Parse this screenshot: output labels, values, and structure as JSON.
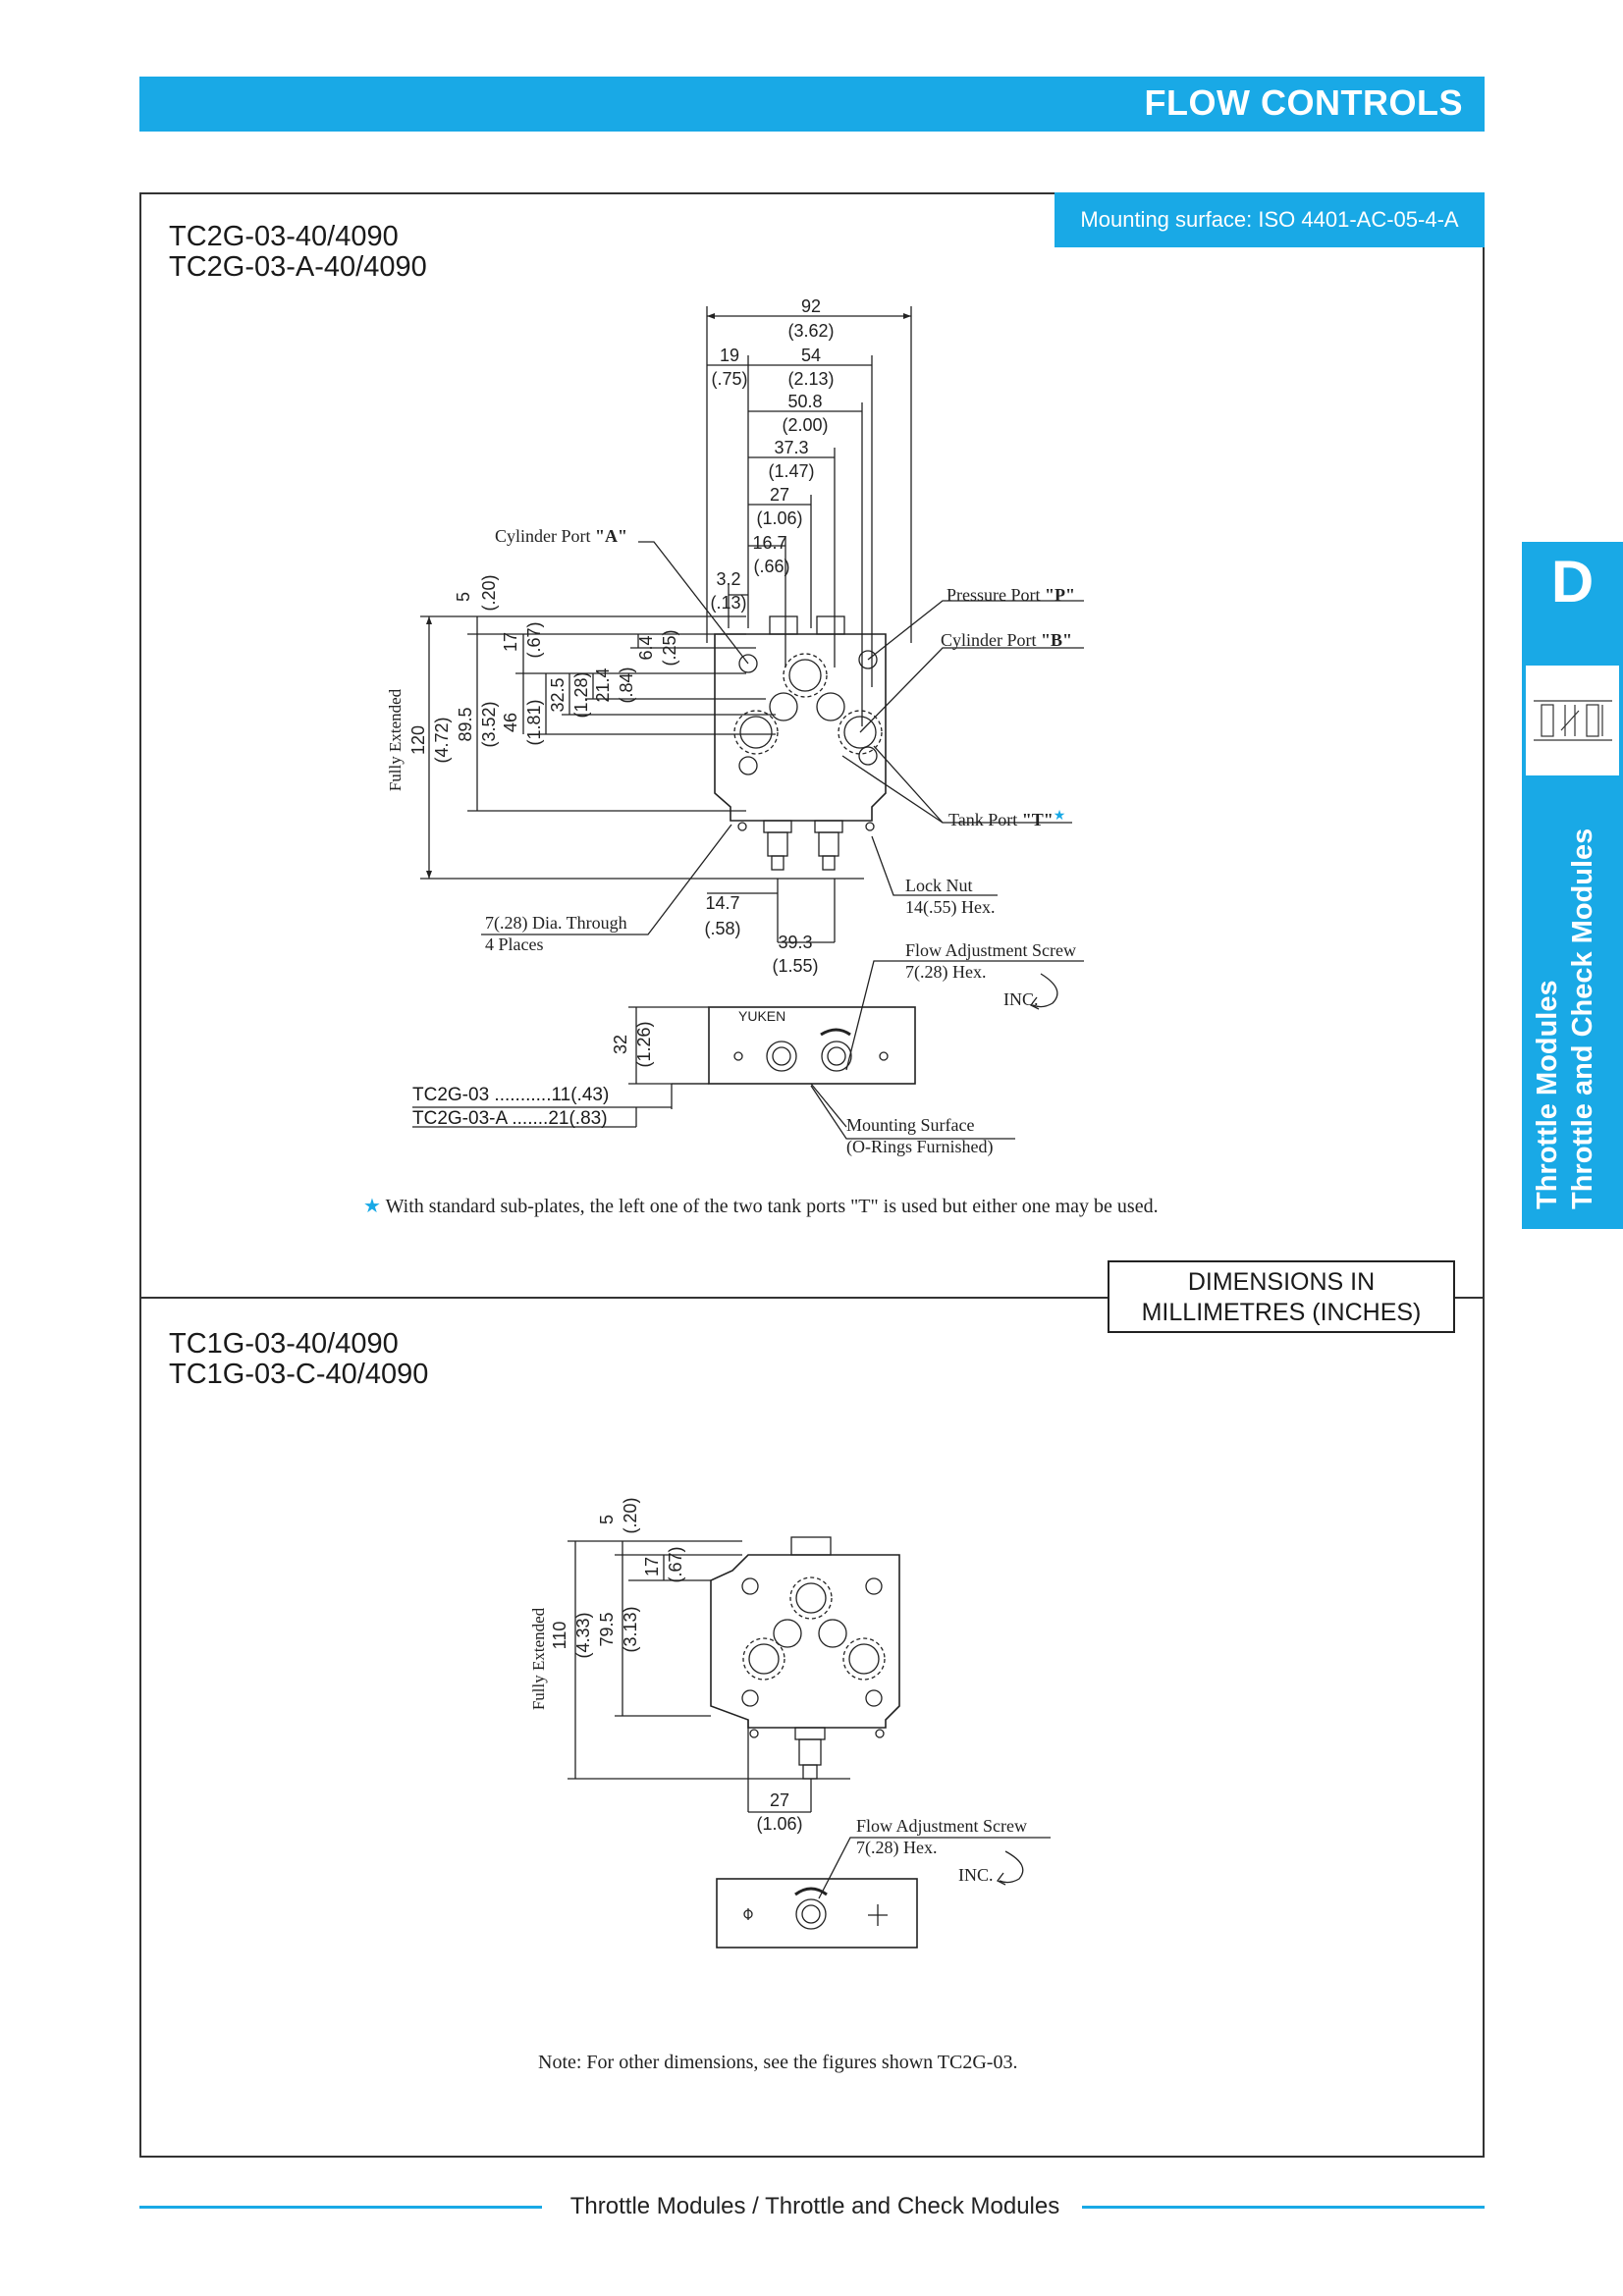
{
  "header": {
    "title": "FLOW CONTROLS"
  },
  "mounting_surface": "Mounting surface: ISO 4401-AC-05-4-A",
  "side_tab": {
    "letter": "D",
    "line1": "Throttle Modules",
    "line2": "Throttle and Check Modules"
  },
  "section1": {
    "model_1": "TC2G-03-40/4090",
    "model_2": "TC2G-03-A-40/4090",
    "labels": {
      "cyl_a": "Cylinder Port ",
      "cyl_a_bold": "\"A\"",
      "press_p": "Pressure Port ",
      "press_p_bold": "\"P\"",
      "cyl_b": "Cylinder Port ",
      "cyl_b_bold": "\"B\"",
      "tank_t": "Tank Port ",
      "tank_t_bold": "\"T\"",
      "star": "★",
      "lock_nut": "Lock Nut",
      "lock_nut_size": "14(.55) Hex.",
      "flow_screw": "Flow Adjustment Screw",
      "flow_screw_size": "7(.28) Hex.",
      "inc": "INC.",
      "dia_through": "7(.28) Dia. Through",
      "places": "4 Places",
      "mount_surface": "Mounting Surface",
      "o_rings": "(O-Rings Furnished)",
      "fully_extended": "Fully Extended",
      "yuken": "YUKEN"
    },
    "dims": {
      "d92": "92",
      "d92i": "(3.62)",
      "d19": "19",
      "d19i": "(.75)",
      "d54": "54",
      "d54i": "(2.13)",
      "d508": "50.8",
      "d508i": "(2.00)",
      "d373": "37.3",
      "d373i": "(1.47)",
      "d27": "27",
      "d27i": "(1.06)",
      "d167": "16.7",
      "d167i": "(.66)",
      "d32": "3.2",
      "d32i": "(.13)",
      "v5": "5",
      "v5i": "(.20)",
      "v17": "17",
      "v17i": "(.67)",
      "v64": "6.4",
      "v64i": "(.25)",
      "v214": "21.4",
      "v214i": "(.84)",
      "v325": "32.5",
      "v325i": "(1.28)",
      "v46": "46",
      "v46i": "(1.81)",
      "v895": "89.5",
      "v895i": "(3.52)",
      "v120": "120",
      "v120i": "(4.72)",
      "h147": "14.7",
      "h147i": "(.58)",
      "h393": "39.3",
      "h393i": "(1.55)",
      "s32": "32",
      "s32i": "(1.26)"
    },
    "variants": [
      {
        "name": "TC2G-03 ",
        "dots": "...........",
        "value": "11(.43)"
      },
      {
        "name": "TC2G-03-A ",
        "dots": ".......",
        "value": "21(.83)"
      }
    ],
    "star_note": "★",
    "note": " With standard sub-plates, the left one of the two tank ports \"T\" is used but either one may be used."
  },
  "dimensions_box": {
    "line1": "DIMENSIONS IN",
    "line2": "MILLIMETRES (INCHES)"
  },
  "section2": {
    "model_1": "TC1G-03-40/4090",
    "model_2": "TC1G-03-C-40/4090",
    "labels": {
      "fully_extended": "Fully Extended",
      "flow_screw": "Flow Adjustment Screw",
      "flow_screw_size": "7(.28) Hex.",
      "inc": "INC."
    },
    "dims": {
      "v5": "5",
      "v5i": "(.20)",
      "v17": "17",
      "v17i": "(.67)",
      "v110": "110",
      "v110i": "(4.33)",
      "v795": "79.5",
      "v795i": "(3.13)",
      "h27": "27",
      "h27i": "(1.06)"
    },
    "note": "Note:  For other dimensions, see the figures shown TC2G-03."
  },
  "footer": {
    "text": "Throttle Modules / Throttle and Check Modules"
  },
  "colors": {
    "accent": "#19a9e6"
  }
}
